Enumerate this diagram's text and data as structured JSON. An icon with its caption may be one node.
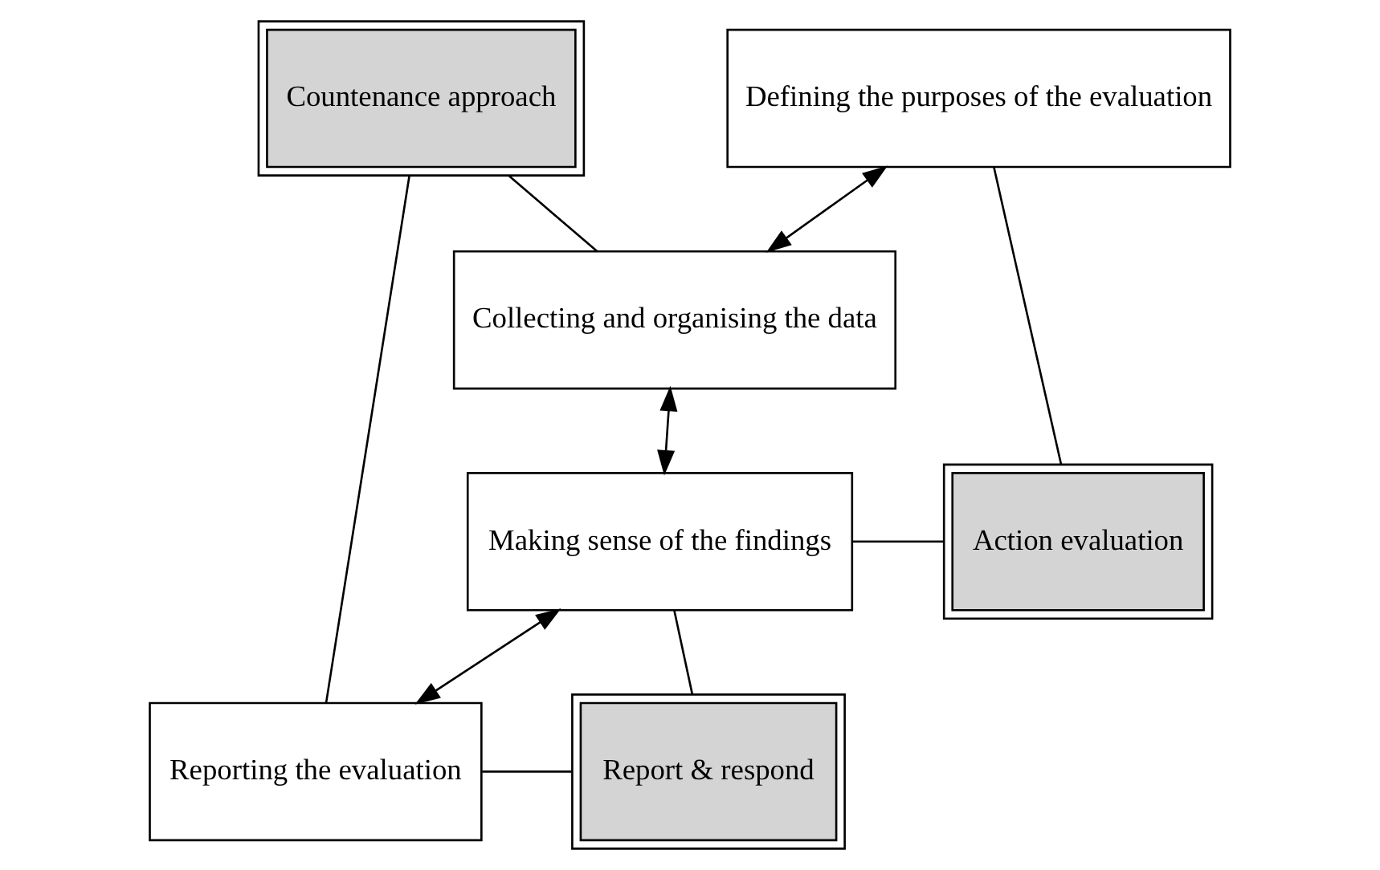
{
  "diagram": {
    "nodes": [
      {
        "text": [
          "Defining the purposes of the evaluation"
        ]
      },
      {
        "text": [
          "Countenance approach"
        ]
      },
      {
        "text": [
          "Collecting and organising the data"
        ]
      },
      {
        "text": [
          "Making sense of the findings"
        ]
      },
      {
        "text": [
          "Action evaluation"
        ]
      },
      {
        "text": [
          "Reporting the evaluation"
        ]
      },
      {
        "text": [
          "Report & respond"
        ]
      }
    ],
    "edges": [
      {
        "from": 0,
        "to": 2,
        "arrow": "both"
      },
      {
        "from": 2,
        "to": 3,
        "arrow": "both"
      },
      {
        "from": 3,
        "to": 5,
        "arrow": "both"
      },
      {
        "from": 1,
        "to": 2,
        "arrow": "none"
      },
      {
        "from": 1,
        "to": 5,
        "arrow": "none"
      },
      {
        "from": 0,
        "to": 4,
        "arrow": "none"
      },
      {
        "from": 3,
        "to": 4,
        "arrow": "none"
      },
      {
        "from": 3,
        "to": 6,
        "arrow": "none"
      },
      {
        "from": 5,
        "to": 6,
        "arrow": "none"
      }
    ]
  }
}
